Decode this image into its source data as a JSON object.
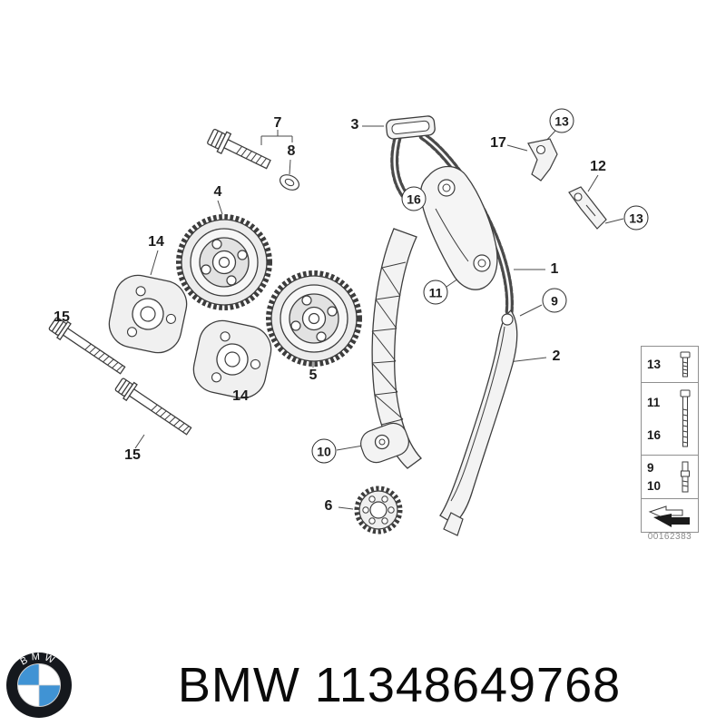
{
  "page": {
    "background_color": "#ffffff"
  },
  "diagram": {
    "image_code": "00162383",
    "callouts": [
      {
        "label": "7"
      },
      {
        "label": "8"
      },
      {
        "label": "3"
      },
      {
        "label": "17"
      },
      {
        "label": "13"
      },
      {
        "label": "12"
      },
      {
        "label": "13"
      },
      {
        "label": "16"
      },
      {
        "label": "4"
      },
      {
        "label": "14"
      },
      {
        "label": "15"
      },
      {
        "label": "11"
      },
      {
        "label": "1"
      },
      {
        "label": "9"
      },
      {
        "label": "2"
      },
      {
        "label": "5"
      },
      {
        "label": "14"
      },
      {
        "label": "15"
      },
      {
        "label": "10"
      },
      {
        "label": "6"
      }
    ],
    "legend": {
      "rows": [
        {
          "labels": [
            "13"
          ],
          "icon": "hex-bolt-icon"
        },
        {
          "labels": [
            "11",
            "16"
          ],
          "icon": "long-bolt-icon"
        },
        {
          "labels": [
            "9",
            "10"
          ],
          "icon": "stud-icon"
        },
        {
          "labels": [],
          "icon": "direction-arrow-icon"
        }
      ]
    }
  },
  "footer": {
    "brand": "BMW",
    "part_number": "11348649768",
    "title": "BMW 11348649768",
    "logo_text": "BMW",
    "colors": {
      "roundel_ring": "#15181d",
      "roundel_blue": "#4093d4",
      "roundel_white": "#ffffff"
    }
  }
}
